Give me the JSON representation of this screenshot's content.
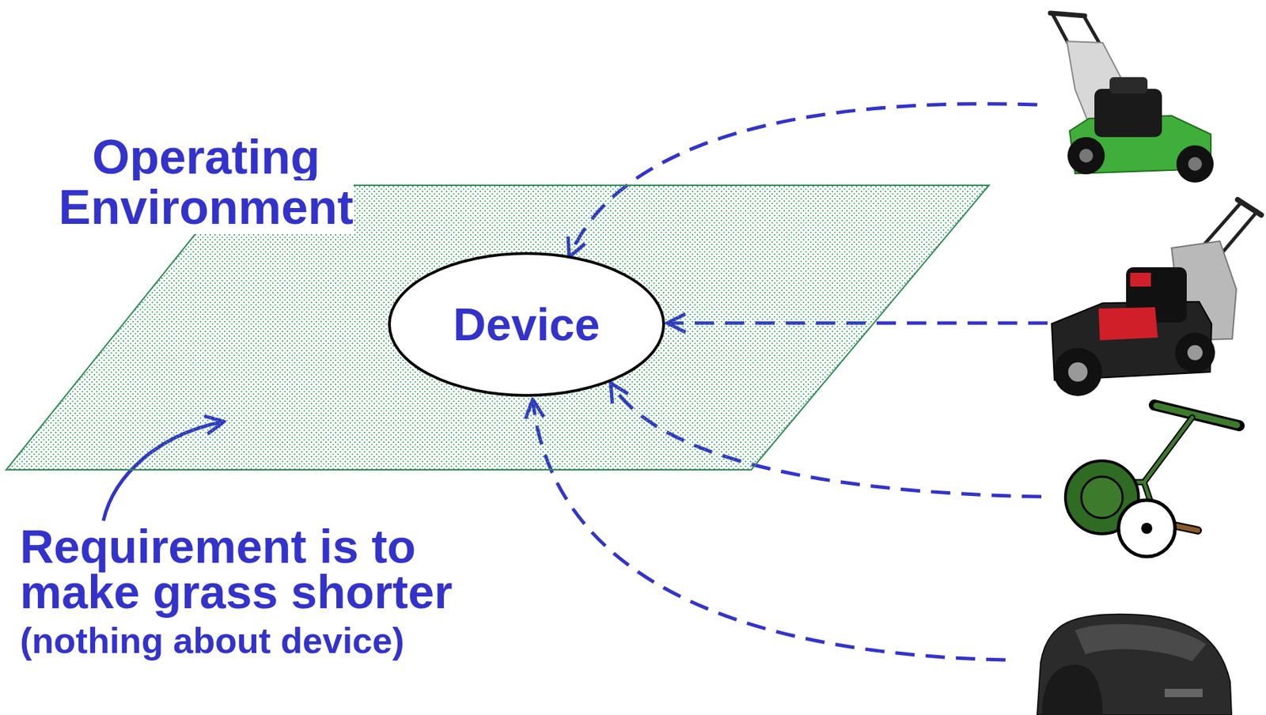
{
  "diagram": {
    "nodes": [
      {
        "text": [
          "Operating Environment"
        ]
      },
      {
        "text": [
          "Device"
        ],
        "in": 0
      }
    ],
    "labels": [
      "Requirement is to make grass shorter",
      "(nothing about device)"
    ]
  }
}
